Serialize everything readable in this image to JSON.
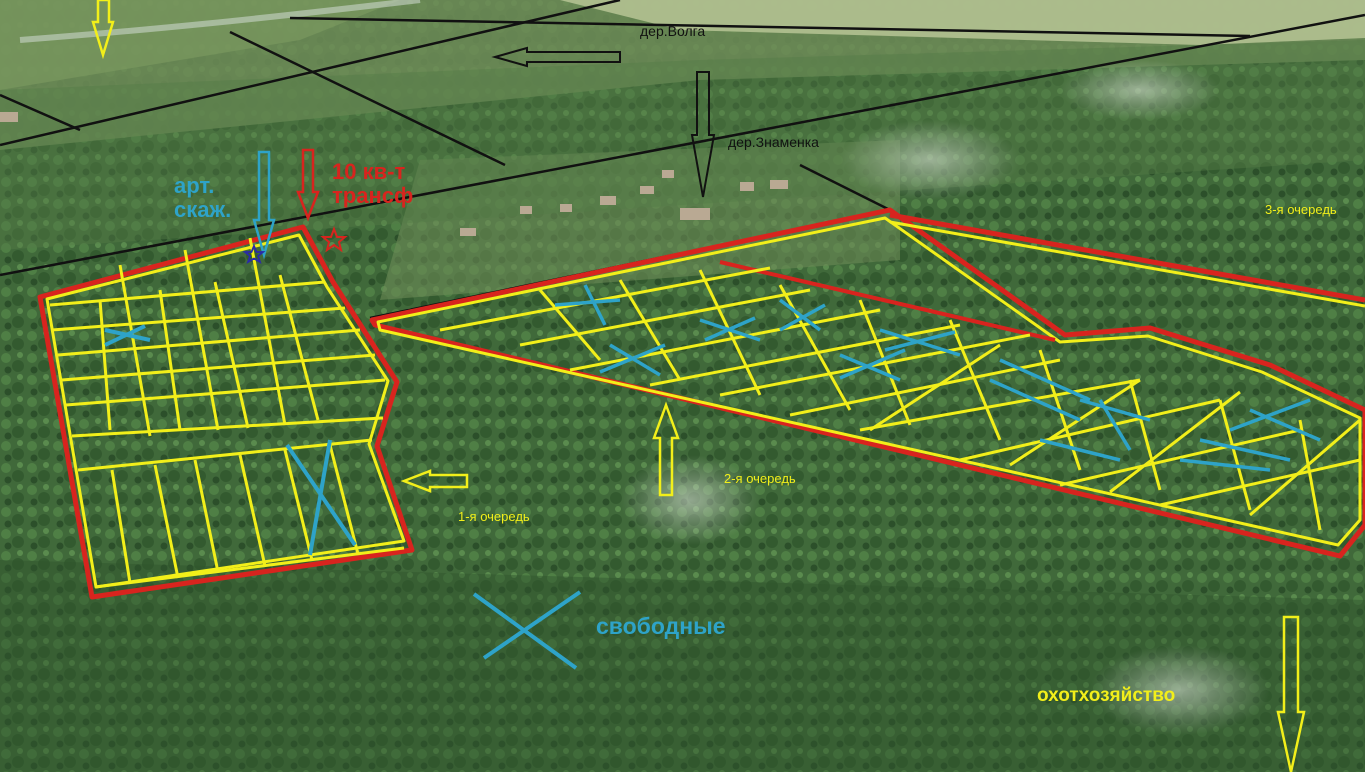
{
  "labels": {
    "village_volga": "дер.Волга",
    "village_znamenka": "дер.Знаменка",
    "well": "арт.\nскаж.",
    "transformer": "10 кв-т\nтрансф",
    "stage1": "1-я очередь",
    "stage2": "2-я очередь",
    "stage3": "3-я очередь",
    "legend_free": "свободные",
    "hunting": "охотхозяйство"
  },
  "colors": {
    "boundary": "#d8241e",
    "plots": "#f2ef1a",
    "free_plot_mark": "#2ea3c8",
    "roads": "#111111",
    "well_label": "#2ea3c8",
    "transformer_label": "#d8241e",
    "stage_label": "#f2ef1a",
    "forest": "#3f6a37"
  },
  "markers": {
    "well_marker": "star-outline",
    "transformer_marker": "star-outline"
  }
}
